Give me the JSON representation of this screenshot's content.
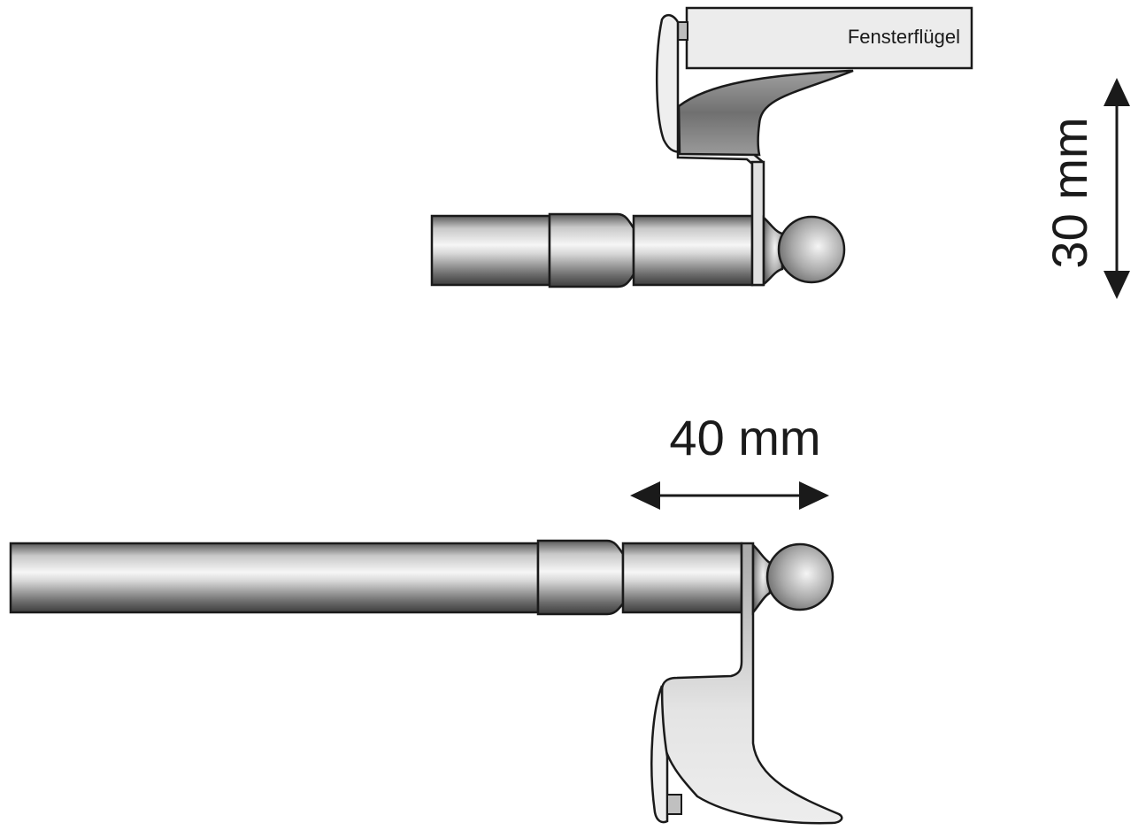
{
  "diagram": {
    "sash_label": "Fensterflügel",
    "height_dimension": "30 mm",
    "depth_dimension": "40 mm",
    "colors": {
      "outline": "#1a1a1a",
      "rod_light": "#f4f4f4",
      "rod_dark": "#4a4a4a",
      "bracket_light": "#ebebeb",
      "bracket_dark": "#6e6e6e",
      "sash_fill": "#ececec"
    }
  }
}
